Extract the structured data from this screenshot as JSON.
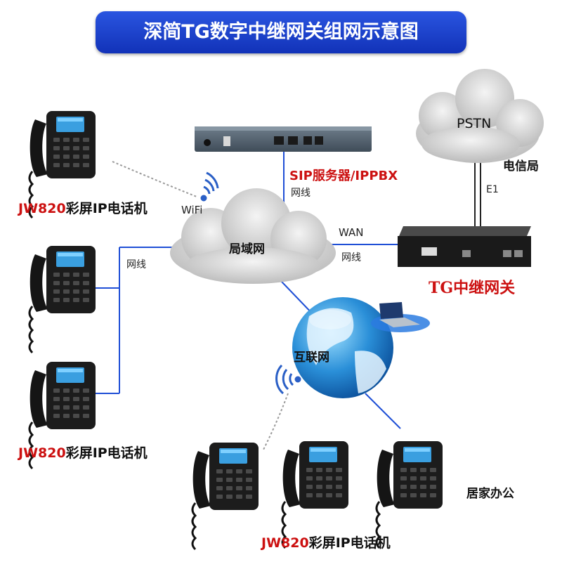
{
  "title": "深简TG数字中继网关组网示意图",
  "phone_label": {
    "model": "JW820",
    "desc": "彩屏IP电话机"
  },
  "nodes": {
    "lan": "局域网",
    "internet": "互联网",
    "pstn": "PSTN",
    "telecom": "电信局",
    "sip_server": "SIP服务器/IPPBX",
    "tg_gateway": "TG中继网关",
    "home_office": "居家办公"
  },
  "links": {
    "wifi": "WiFi",
    "cable_sip": "网线",
    "cable_phones": "网线",
    "wan": "WAN",
    "cable_gateway": "网线",
    "e1": "E1"
  },
  "colors": {
    "banner": "#1a3fcf",
    "label_red": "#cc1111",
    "link_blue": "#1f4fd6"
  }
}
